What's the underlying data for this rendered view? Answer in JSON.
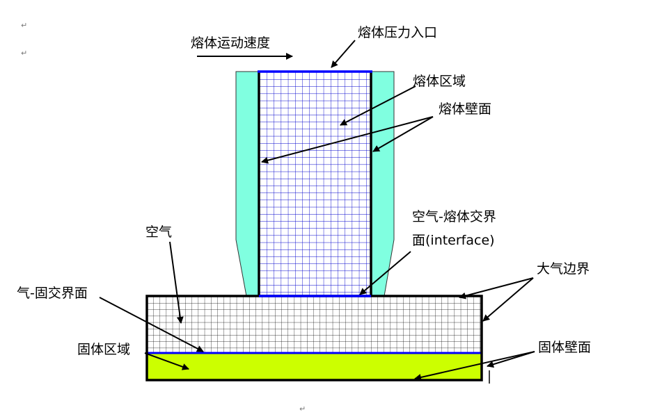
{
  "labels": {
    "melt_velocity": "熔体运动速度",
    "melt_pressure_inlet": "熔体压力入口",
    "melt_region": "熔体区域",
    "melt_wall": "熔体壁面",
    "air": "空气",
    "air_melt_interface_line1": "空气-熔体交界",
    "air_melt_interface_line2": "面(interface)",
    "atmosphere_boundary": "大气边界",
    "gas_solid_interface": "气-固交界面",
    "solid_region": "固体区域",
    "solid_wall": "固体壁面"
  },
  "paragraph_mark": "↵",
  "colors": {
    "melt_wall_fill": "#80ffe0",
    "melt_grid": "#0000cc",
    "interface_line": "#0000ff",
    "air_grid": "#000000",
    "solid_fill": "#ccff00",
    "outline": "#000000"
  }
}
